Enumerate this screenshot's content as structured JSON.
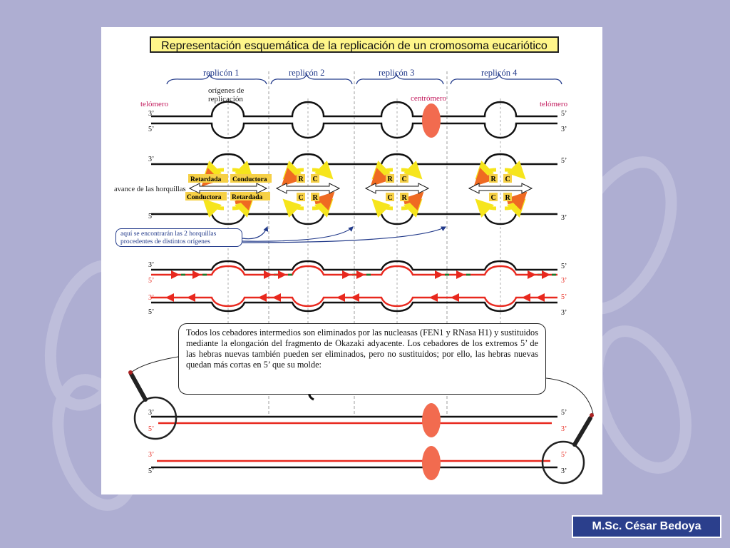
{
  "title": "Representación esquemática de la replicación de un cromosoma eucariótico",
  "replicons": [
    "replicón 1",
    "replicón 2",
    "replicón 3",
    "replicón 4"
  ],
  "labels": {
    "telomere": "telómero",
    "origins": "orígenes de replicación",
    "centromere": "centrómero",
    "fork_advance": "avance de las horquillas",
    "lagging": "Retardada",
    "leading": "Conductora",
    "lag_short": "R",
    "lead_short": "C"
  },
  "strand_ends": {
    "three": "3’",
    "five": "5’"
  },
  "meeting_note": "aquí se encontrarán las 2 horquillas procedentes de distintos orígenes",
  "primer_note": "Todos los cebadores intermedios son eliminados por las nucleasas (FEN1 y RNasa H1) y sustituidos mediante la elongación del fragmento de Okazaki adyacente. Los cebadores de los extremos 5’ de las hebras nuevas también pueden ser eliminados, pero no sustituidos; por ello, las hebras nuevas quedan más cortas en 5’ que su molde:",
  "author": "M.Sc. César Bedoya",
  "colors": {
    "background": "#aeaed2",
    "title_box": "#fff68a",
    "new_strand": "#e8281e",
    "centromere": "#f26b4f",
    "leading_arrow": "#f6e51c",
    "lagging_arrow": "#ef6a22",
    "author_box": "#2b3f8c"
  }
}
